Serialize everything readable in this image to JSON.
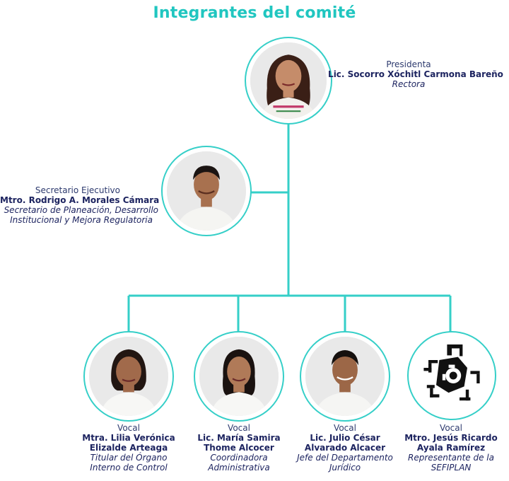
{
  "title": "Integrantes del comité",
  "colors": {
    "accent": "#20c6c0",
    "line": "#35cfc8",
    "text": "#1d2460"
  },
  "president": {
    "role": "Presidenta",
    "name": "Lic. Socorro Xóchitl Carmona Bareño",
    "position": "Rectora"
  },
  "secretary": {
    "role": "Secretario Ejecutivo",
    "name": "Mtro. Rodrigo A. Morales Cámara",
    "position_lines": [
      "Secretario de Planeación, Desarrollo",
      "Institucional y Mejora Regulatoria"
    ]
  },
  "vocals": [
    {
      "role": "Vocal",
      "name_lines": [
        "Mtra. Lilia Verónica",
        "Elizalde Arteaga"
      ],
      "position_lines": [
        "Titular del Órgano",
        "Interno de Control"
      ]
    },
    {
      "role": "Vocal",
      "name_lines": [
        "Lic. María Samira",
        "Thome Alcocer"
      ],
      "position_lines": [
        "Coordinadora",
        "Administrativa"
      ]
    },
    {
      "role": "Vocal",
      "name_lines": [
        "Lic. Julio César",
        "Alvarado Alcacer"
      ],
      "position_lines": [
        "Jefe del Departamento",
        "Jurídico"
      ]
    },
    {
      "role": "Vocal",
      "name_lines": [
        "Mtro. Jesús Ricardo",
        "Ayala Ramírez"
      ],
      "position_lines": [
        "Representante de la",
        "SEFIPLAN"
      ]
    }
  ]
}
